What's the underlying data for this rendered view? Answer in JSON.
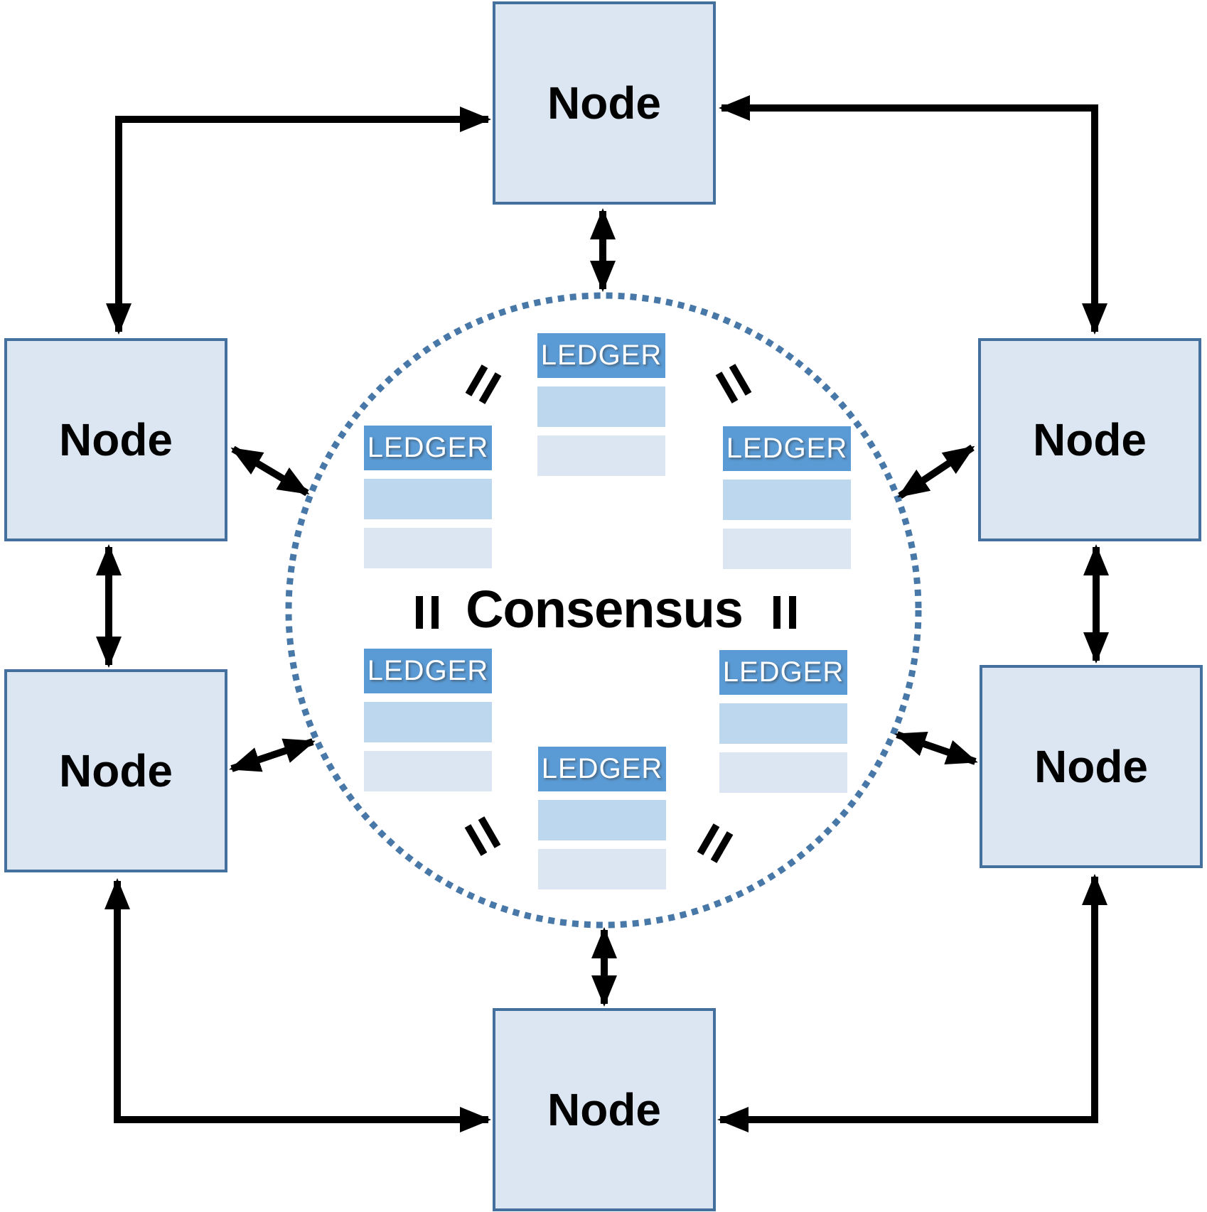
{
  "consensus": {
    "label": "Consensus"
  },
  "nodes": [
    {
      "id": "top",
      "label": "Node"
    },
    {
      "id": "upper-left",
      "label": "Node"
    },
    {
      "id": "upper-right",
      "label": "Node"
    },
    {
      "id": "lower-left",
      "label": "Node"
    },
    {
      "id": "lower-right",
      "label": "Node"
    },
    {
      "id": "bottom",
      "label": "Node"
    }
  ],
  "ledgers": [
    {
      "id": "top-center",
      "header": "LEDGER",
      "blank_rows": 2
    },
    {
      "id": "mid-left",
      "header": "LEDGER",
      "blank_rows": 2
    },
    {
      "id": "mid-right",
      "header": "LEDGER",
      "blank_rows": 2
    },
    {
      "id": "low-left",
      "header": "LEDGER",
      "blank_rows": 2
    },
    {
      "id": "low-right",
      "header": "LEDGER",
      "blank_rows": 2
    },
    {
      "id": "bottom-center",
      "header": "LEDGER",
      "blank_rows": 2
    }
  ],
  "equivalence_marks": {
    "glyph": "=",
    "count": 6
  },
  "colors": {
    "node_fill": "#dce6f2",
    "node_border": "#44709d",
    "ledger_header_bg": "#5b9bd5",
    "ledger_header_text": "#ffffff",
    "ledger_row_light": "#bdd7ee",
    "ledger_row_lighter": "#dce6f2",
    "circle_dots": "#4878a8",
    "arrows": "#000000",
    "labels": "#000000"
  }
}
